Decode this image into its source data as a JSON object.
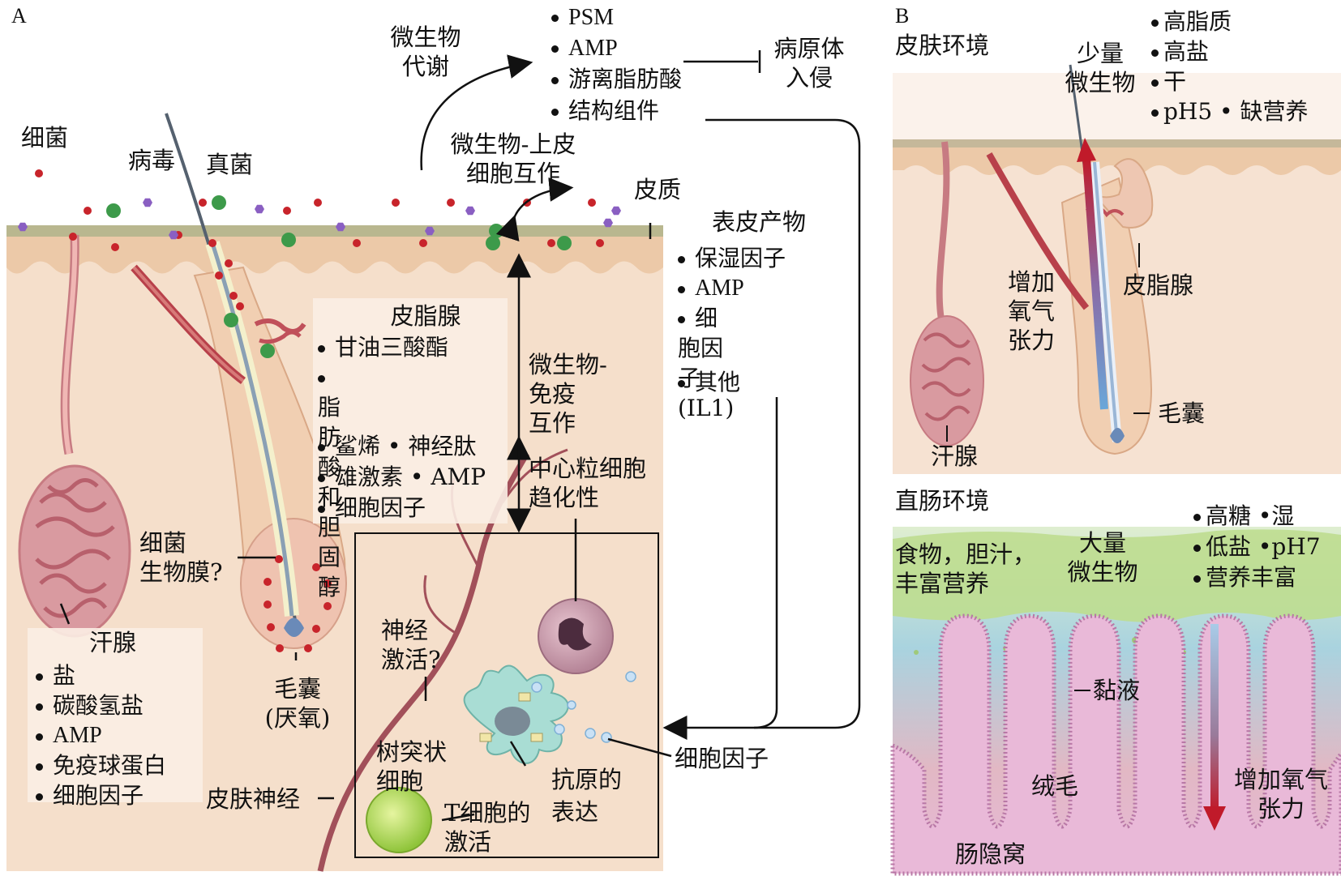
{
  "panel_a": {
    "letter": "A",
    "labels": {
      "bacteria": "细菌",
      "virus": "病毒",
      "fungi": "真菌",
      "microbial_metabolism": "微生物\n代谢",
      "pathogen_invasion": "病原体\n入侵",
      "microbe_epithelium": "微生物-上皮\n细胞互作",
      "stratum_corneum": "皮质",
      "epidermal_products_title": "表皮产物",
      "microbe_immune": "微生物-\n免疫\n互作",
      "neutrophil_chemotaxis": "中心粒细胞\n趋化性",
      "bacterial_biofilm": "细菌\n生物膜?",
      "hair_follicle": "毛囊\n(厌氧)",
      "nerve_activation": "神经\n激活?",
      "dendritic_cell": "树突状\n细胞",
      "antigen_expression": "抗原的\n表达",
      "t_cell_activation": "T细胞的\n激活",
      "cytokine": "细胞因子",
      "skin_nerve": "皮肤神经",
      "sweat_gland_title": "汗腺",
      "sebaceous_title": "皮脂腺"
    },
    "microbial_products": [
      "PSM",
      "AMP",
      "游离脂肪酸",
      "结构组件"
    ],
    "epidermal_products": [
      "保湿因子",
      "AMP",
      "细胞因子\n(IL1)",
      "其他"
    ],
    "sebaceous_items": [
      "甘油三酸酯",
      "脂肪酸和\n胆固醇",
      "鲨烯 • 神经肽",
      "雄激素 •  AMP",
      "细胞因子"
    ],
    "sweat_items": [
      "盐",
      "碳酸氢盐",
      "AMP",
      "免疫球蛋白",
      "细胞因子"
    ]
  },
  "panel_b": {
    "letter": "B",
    "skin": {
      "title": "皮肤环境",
      "few_microbes": "少量\n微生物",
      "conditions": [
        "高脂质",
        "高盐",
        "干",
        "pH5 • 缺营养"
      ],
      "oxygen": "增加\n氧气\n张力",
      "sebaceous": "皮脂腺",
      "follicle": "毛囊",
      "sweat": "汗腺"
    },
    "gut": {
      "title": "直肠环境",
      "food": "食物，胆汁，\n丰富营养",
      "many_microbes": "大量\n微生物",
      "conditions": [
        "高糖 •湿",
        "低盐 •pH7",
        "营养丰富"
      ],
      "mucus": "黏液",
      "villi": "绒毛",
      "crypt": "肠隐窝",
      "oxygen": "增加氧气\n张力"
    }
  },
  "colors": {
    "skin": "#f3dcc6",
    "skin_dark": "#e9c7a6",
    "stratum": "#b9b78f",
    "bacteria": "#c8242b",
    "virus": "#8a5fc2",
    "fungi": "#3d9a4a",
    "gut_green": "#b9d98a"
  }
}
